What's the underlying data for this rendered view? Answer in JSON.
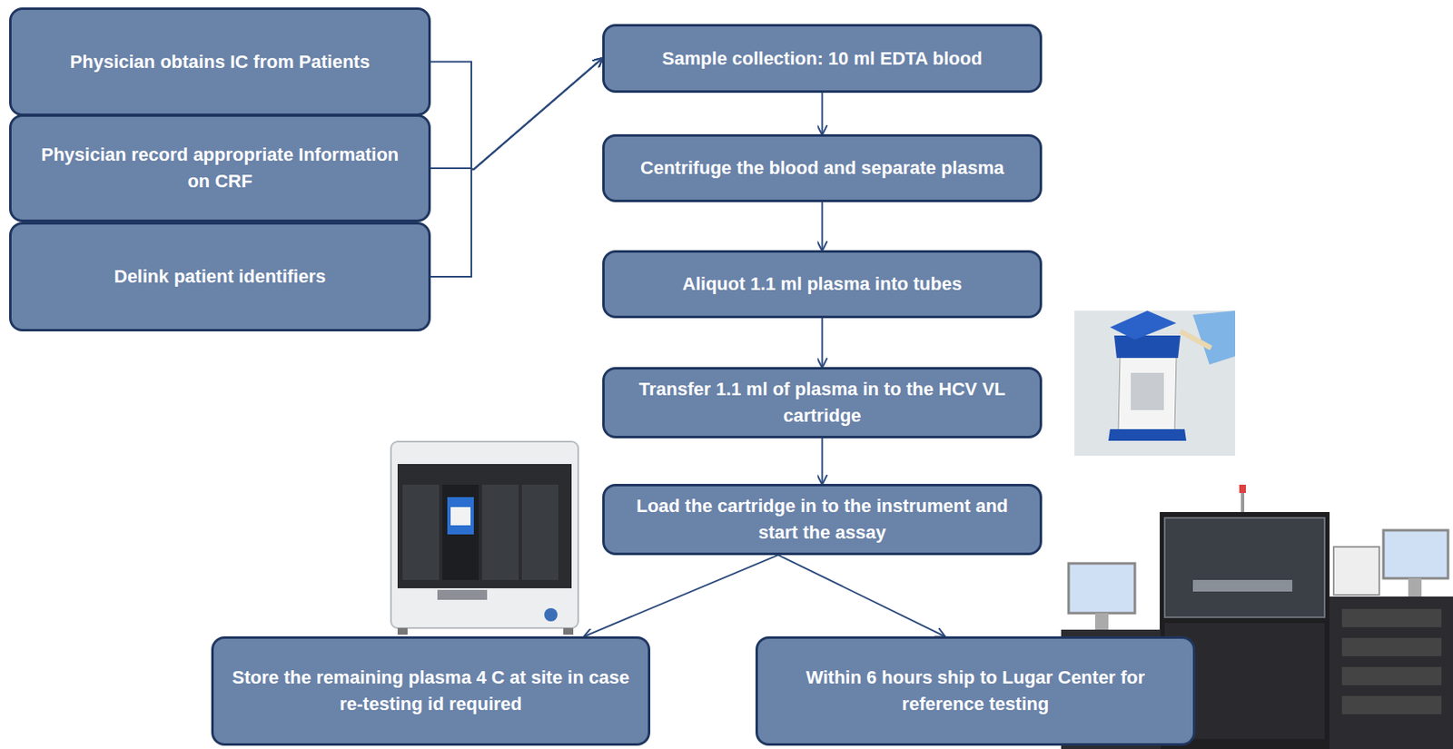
{
  "diagram": {
    "nodes": [
      {
        "text": [
          "Physician obtains IC from Patients"
        ]
      },
      {
        "text": [
          "Physician record appropriate Information on CRF"
        ]
      },
      {
        "text": [
          "Delink patient identifiers"
        ]
      },
      {
        "text": [
          "Sample collection: 10 ml EDTA blood"
        ]
      },
      {
        "text": [
          "Centrifuge the blood and separate plasma"
        ]
      },
      {
        "text": [
          "Aliquot 1.1 ml plasma into tubes"
        ]
      },
      {
        "text": [
          "Transfer 1.1 ml of plasma in to the HCV VL cartridge"
        ]
      },
      {
        "text": [
          "Load the cartridge in to the instrument and start the assay"
        ]
      },
      {
        "text": [
          "Store the remaining plasma 4 C at site in case re-testing id required"
        ]
      },
      {
        "text": [
          "Within 6 hours ship to Lugar Center for reference testing"
        ]
      }
    ],
    "edges": [
      {
        "from": 0,
        "to": 3,
        "arrow": "to"
      },
      {
        "from": 1,
        "to": 3,
        "arrow": "to"
      },
      {
        "from": 2,
        "to": 3,
        "arrow": "to"
      },
      {
        "from": 3,
        "to": 4,
        "arrow": "to"
      },
      {
        "from": 4,
        "to": 5,
        "arrow": "to"
      },
      {
        "from": 5,
        "to": 6,
        "arrow": "to"
      },
      {
        "from": 6,
        "to": 7,
        "arrow": "to"
      },
      {
        "from": 7,
        "to": 8,
        "arrow": "to"
      },
      {
        "from": 7,
        "to": 9,
        "arrow": "to"
      }
    ]
  }
}
